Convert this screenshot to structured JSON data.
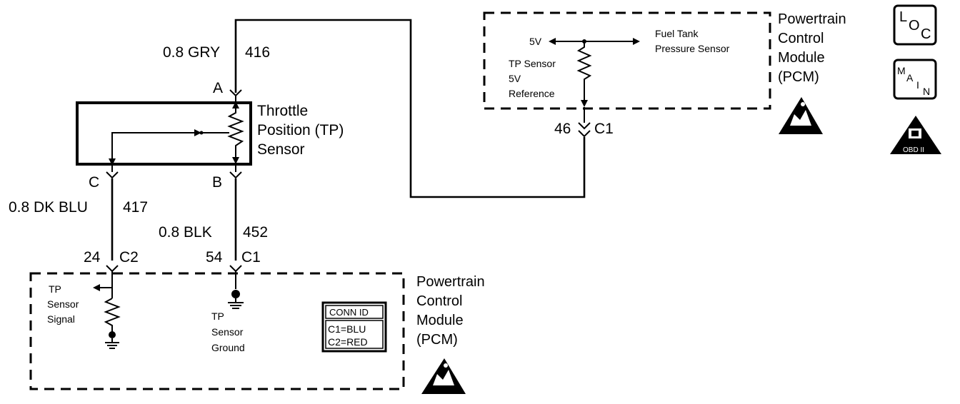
{
  "upper_wires": {
    "gry": {
      "size_color": "0.8 GRY",
      "circuit": "416"
    },
    "dk_blu": {
      "size_color": "0.8 DK BLU",
      "circuit": "417"
    },
    "blk": {
      "size_color": "0.8 BLK",
      "circuit": "452"
    }
  },
  "tp_sensor": {
    "title_line1": "Throttle",
    "title_line2": "Position (TP)",
    "title_line3": "Sensor",
    "pin_a": "A",
    "pin_b": "B",
    "pin_c": "C"
  },
  "pcm_lower": {
    "title_line1": "Powertrain",
    "title_line2": "Control",
    "title_line3": "Module",
    "title_line4": "(PCM)",
    "pin_24": "24",
    "conn_c2": "C2",
    "pin_54": "54",
    "conn_c1": "C1",
    "signal_line1": "TP",
    "signal_line2": "Sensor",
    "signal_line3": "Signal",
    "ground_line1": "TP",
    "ground_line2": "Sensor",
    "ground_line3": "Ground",
    "conn_id_title": "CONN ID",
    "conn_id_c1": "C1=BLU",
    "conn_id_c2": "C2=RED"
  },
  "pcm_upper": {
    "title_line1": "Powertrain",
    "title_line2": "Control",
    "title_line3": "Module",
    "title_line4": "(PCM)",
    "supply": "5V",
    "fuel_line1": "Fuel Tank",
    "fuel_line2": "Pressure Sensor",
    "ref_line1": "TP Sensor",
    "ref_line2": "5V",
    "ref_line3": "Reference",
    "pin_46": "46",
    "conn_c1": "C1"
  },
  "icons": {
    "loc": {
      "l": "L",
      "o": "O",
      "c": "C"
    },
    "main": {
      "m": "M",
      "a": "A",
      "i": "I",
      "n": "N"
    },
    "obd": {
      "label": "OBD II"
    }
  }
}
